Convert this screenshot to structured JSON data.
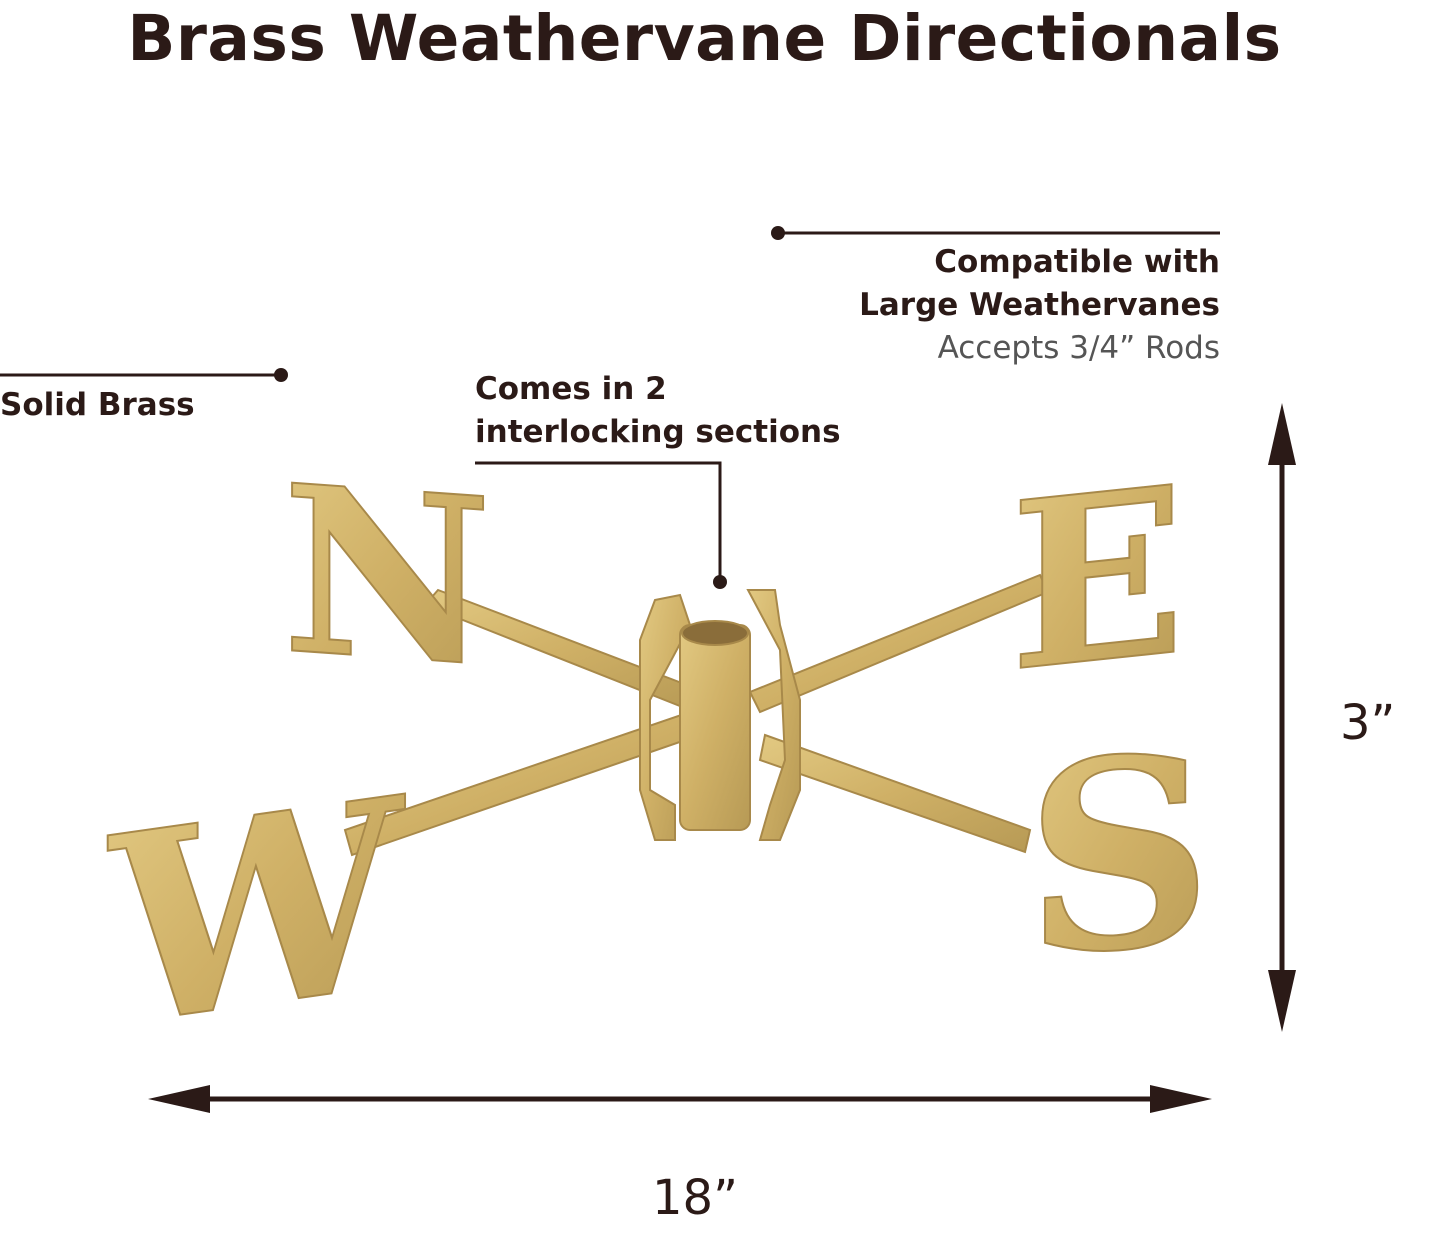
{
  "title": "Brass Weathervane Directionals",
  "callouts": {
    "solid_brass": "Solid Brass",
    "sections_line1": "Comes in 2",
    "sections_line2": "interlocking sections",
    "compat_line1": "Compatible with",
    "compat_line2": "Large Weathervanes",
    "compat_line3": "Accepts 3/4” Rods"
  },
  "dimensions": {
    "height": "3”",
    "width": "18”"
  },
  "letters": {
    "north": "N",
    "east": "E",
    "west": "W",
    "south": "S"
  },
  "colors": {
    "ink": "#2b1a17",
    "brass": "#d4b86a",
    "brass_dark": "#a8894a"
  }
}
